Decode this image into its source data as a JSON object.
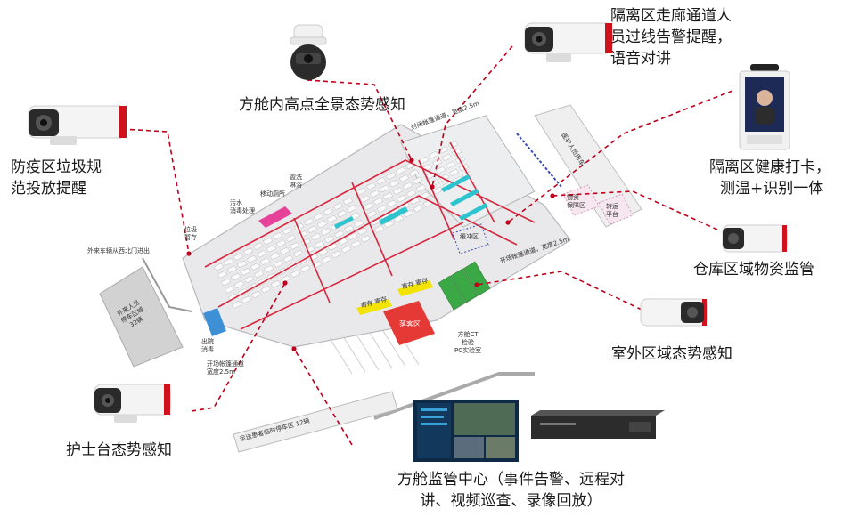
{
  "labels": {
    "isolation_corridor": [
      "隔离区走廊通道人",
      "员过线告警提醒，",
      "语音对讲"
    ],
    "cabin_panorama": "方舱内高点全景态势感知",
    "garbage": [
      "防疫区垃圾规",
      "范投放提醒"
    ],
    "health_checkin": [
      "隔离区健康打卡，",
      "测温+识别一体"
    ],
    "warehouse": "仓库区域物资监管",
    "outdoor": "室外区域态势感知",
    "nurse_station": "护士台态势感知",
    "monitor_center": [
      "方舱监管中心（事件告警、远程对",
      "讲、视频巡查、录像回放）"
    ]
  },
  "map": {
    "garbage_storage": [
      "垃圾",
      "暂存"
    ],
    "sewage": [
      "污水",
      "消毒处理"
    ],
    "mobile_toilet": "移动厕所",
    "shower": [
      "盥洗",
      "淋浴"
    ],
    "closed_corridor": "封闭帐篷通道，宽度2.5m",
    "guard_vehicle": "医护人员用车",
    "material_zone": [
      "物资",
      "保障区"
    ],
    "transfer_platform": [
      "转运",
      "平台"
    ],
    "buffer_zone": "缓冲区",
    "open_corridor_right": "开场帐篷通道，宽度2.5m",
    "outside_vehicle": "外来车辆从西北门进出",
    "outside_parking": [
      "外来人员",
      "停车区域",
      "32辆"
    ],
    "exit_disinfect": [
      "出院",
      "消毒"
    ],
    "open_corridor_left": [
      "开场帐篷通道",
      "宽度2.5m"
    ],
    "deposit1": "寄存 寄存",
    "deposit2": "寄存 寄存",
    "fall_zone": "落客区",
    "ct_lab": [
      "方舱CT",
      "检验",
      "PC实验室"
    ],
    "ambulance_parking": "运送患者临时停车区 12辆"
  },
  "colors": {
    "leader": "#c0001a",
    "corridor": "#d7263d",
    "shower_pink": "#e6429a",
    "cyan_beds": "#2ec4cf",
    "green_blocks": "#3aa845",
    "fall_red": "#e53935",
    "yellow_tag": "#f2e300",
    "blue_exit": "#3d8fd6"
  },
  "icons": [
    "bullet-camera-icon",
    "dome-camera-icon",
    "face-terminal-icon",
    "monitor-screen-icon",
    "nvr-recorder-icon"
  ]
}
